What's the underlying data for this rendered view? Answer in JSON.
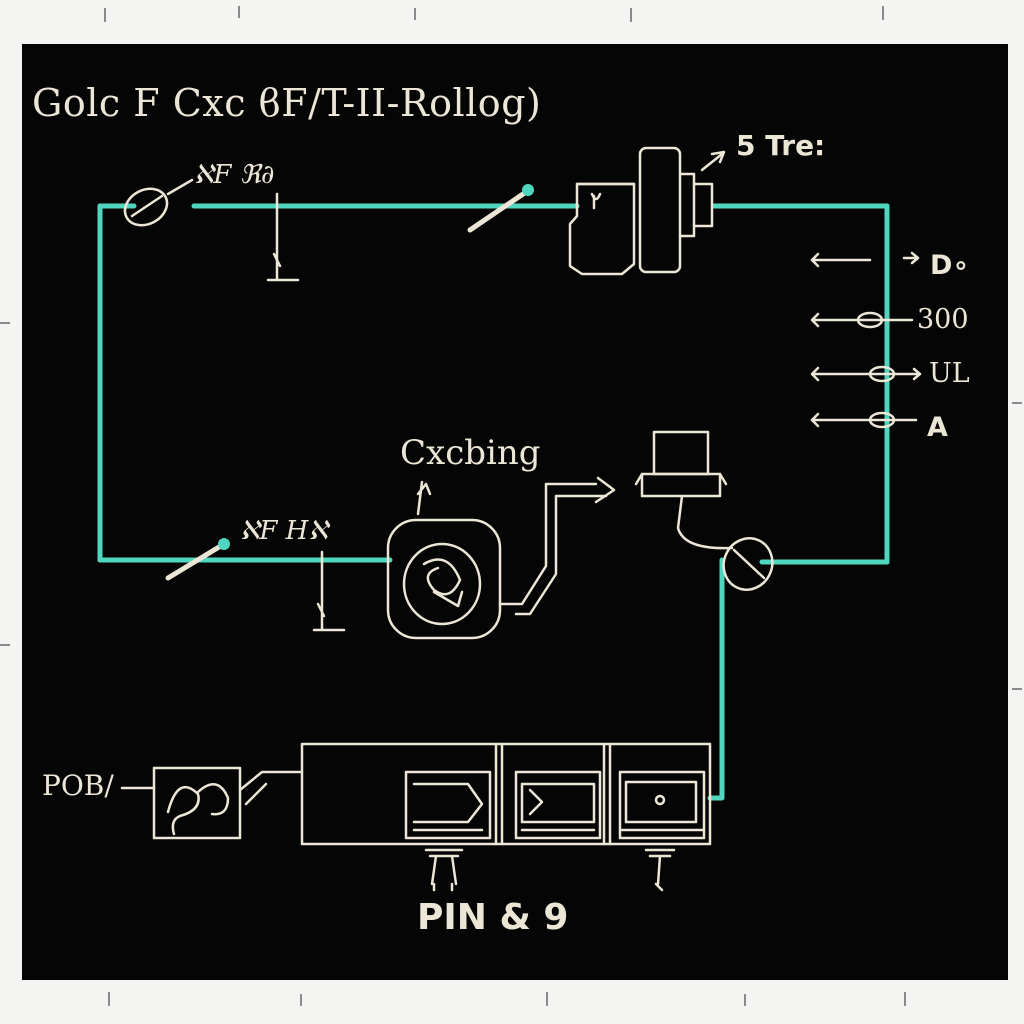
{
  "diagram": {
    "title": "Golc F Cxc ϐF/T-II-Rollog)",
    "labels": {
      "top_right": "5 Tre:",
      "port_1": "D∘",
      "port_2": "300",
      "port_3": "UL",
      "port_4": "A",
      "center": "Cxcbing",
      "left_bottom": "POB/",
      "bottom": "PIN & 9",
      "upper_glyph": "ℵF ℜ∂",
      "lower_glyph": "ℵF Hℵ"
    },
    "colors": {
      "background": "#050505",
      "wire": "#4fd6bf",
      "ink": "#ece6d6",
      "frame": "#f4f4f2"
    }
  }
}
